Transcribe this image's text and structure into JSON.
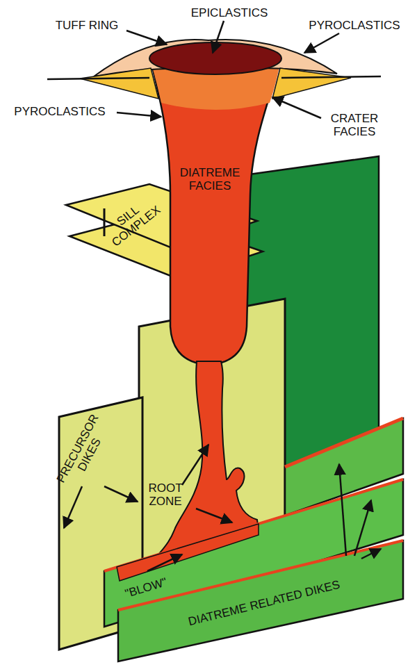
{
  "diagram": {
    "labels": [
      "EPICLASTICS",
      "TUFF RING",
      "PYROCLASTICS",
      "PYROCLASTICS",
      "CRATER FACIES",
      "DIATREME FACIES",
      "SILL COMPLEX",
      "PRECURSOR DIKES",
      "ROOT ZONE",
      "\"BLOW\"",
      "DIATREME RELATED DIKES"
    ]
  }
}
